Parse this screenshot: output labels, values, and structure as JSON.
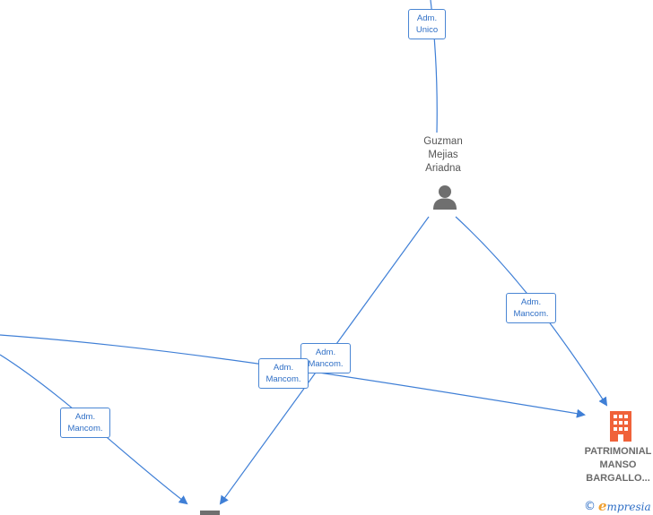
{
  "person": {
    "name_line1": "Guzman",
    "name_line2": "Mejias",
    "name_line3": "Ariadna",
    "icon": "person-icon"
  },
  "company": {
    "name_line1": "PATRIMONIAL",
    "name_line2": "MANSO",
    "name_line3": "BARGALLO...",
    "icon": "building-icon",
    "color": "#f0623a"
  },
  "edge_labels": [
    {
      "line1": "Adm.",
      "line2": "Unico"
    },
    {
      "line1": "Adm.",
      "line2": "Mancom."
    },
    {
      "line1": "Adm.",
      "line2": "Mancom."
    },
    {
      "line1": "Adm.",
      "line2": "Mancom."
    },
    {
      "line1": "Adm.",
      "line2": "Mancom."
    }
  ],
  "brand": {
    "copyright": "©",
    "e": "e",
    "name": "mpresia"
  },
  "colors": {
    "edge": "#3f7fd6",
    "label_text": "#2f6fc6",
    "person_icon": "#6f6f6f"
  }
}
